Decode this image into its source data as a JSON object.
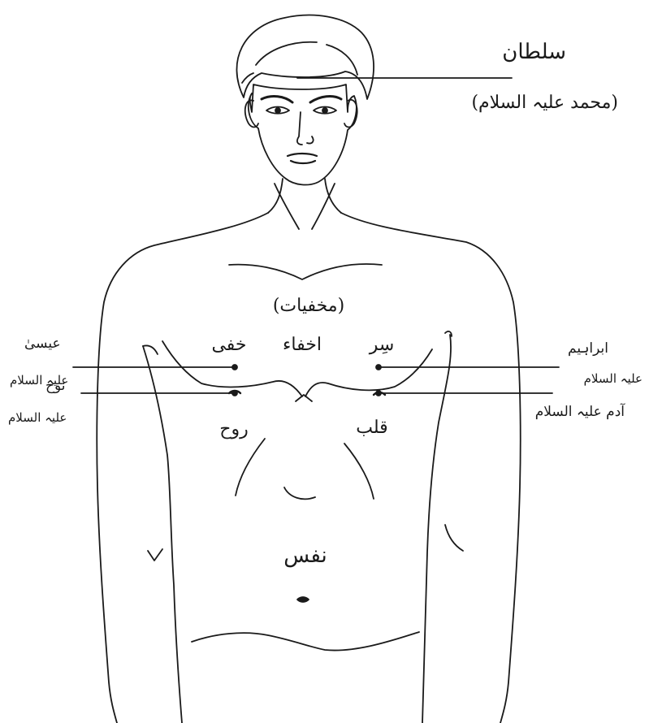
{
  "diagram": {
    "colors": {
      "ink": "#1a1a1a",
      "background": "#ffffff"
    },
    "labels": {
      "sultan": "سلطان",
      "muhammad": "(محمد علیہ السلام)",
      "makhfiyat": "(مخفیات)",
      "akhfa": "اخفاء",
      "khafi": "خفی",
      "sirr": "سِر",
      "isa_name": "عیسیٰ",
      "isa_salam": "علیہ السلام",
      "ibrahim_name": "ابراہیم",
      "ibrahim_salam": "علیہ السلام",
      "nuh_name": "نوح",
      "nuh_salam": "علیہ السلام",
      "adam": "آدم علیہ السلام",
      "ruh": "روح",
      "qalb": "قلب",
      "nafs": "نفس"
    }
  }
}
